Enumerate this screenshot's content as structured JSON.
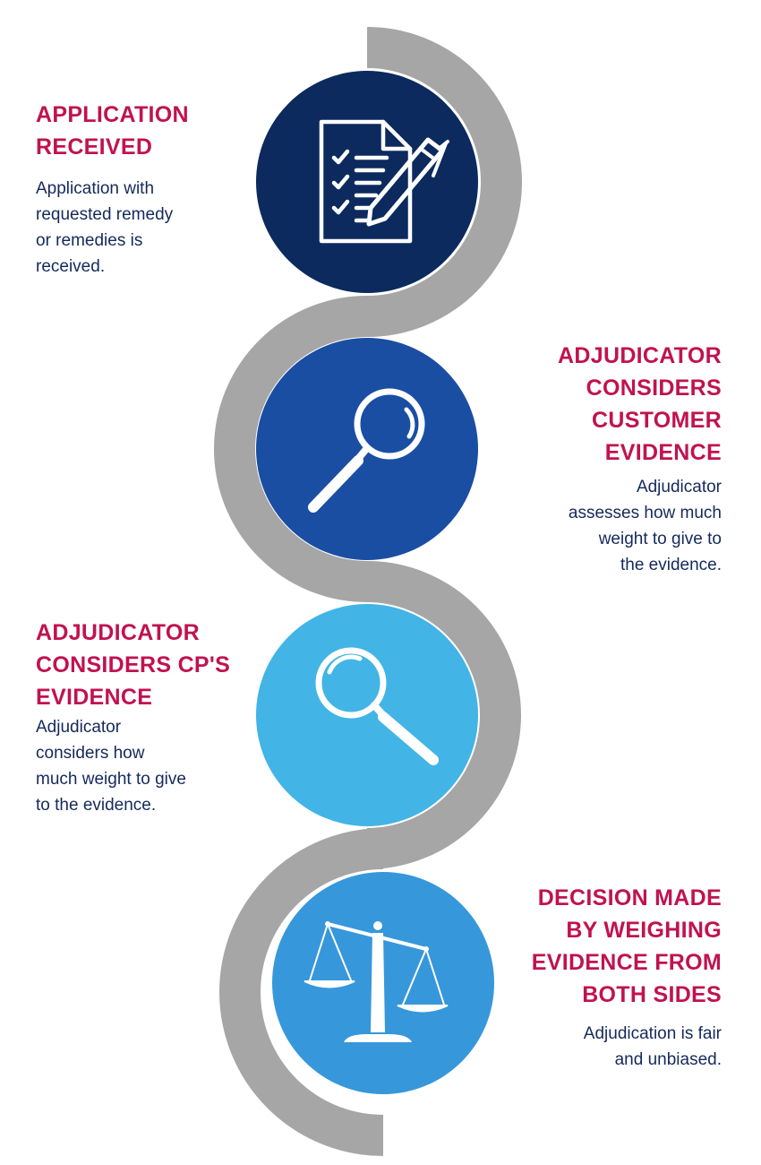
{
  "colors": {
    "title": "#c1124f",
    "text": "#14295c",
    "path": "#a6a6a6",
    "icon": "#ffffff"
  },
  "steps": [
    {
      "title": "APPLICATION\nRECEIVED",
      "description": "Application with\nrequested remedy\nor remedies is\nreceived.",
      "icon": "document-pen-icon",
      "circle_color": "#0c2a5e"
    },
    {
      "title": "ADJUDICATOR\nCONSIDERS\nCUSTOMER\nEVIDENCE",
      "description": "Adjudicator\nassesses how much\nweight to give to\nthe evidence.",
      "icon": "magnifier-icon",
      "circle_color": "#1a4ea3"
    },
    {
      "title": "ADJUDICATOR\nCONSIDERS CP'S\nEVIDENCE",
      "description": "Adjudicator\nconsiders how\nmuch weight to give\nto the evidence.",
      "icon": "magnifier-icon",
      "circle_color": "#42b4e6"
    },
    {
      "title": "DECISION MADE\nBY WEIGHING\nEVIDENCE FROM\nBOTH SIDES",
      "description": "Adjudication is fair\nand unbiased.",
      "icon": "scales-icon",
      "circle_color": "#3797db"
    }
  ]
}
